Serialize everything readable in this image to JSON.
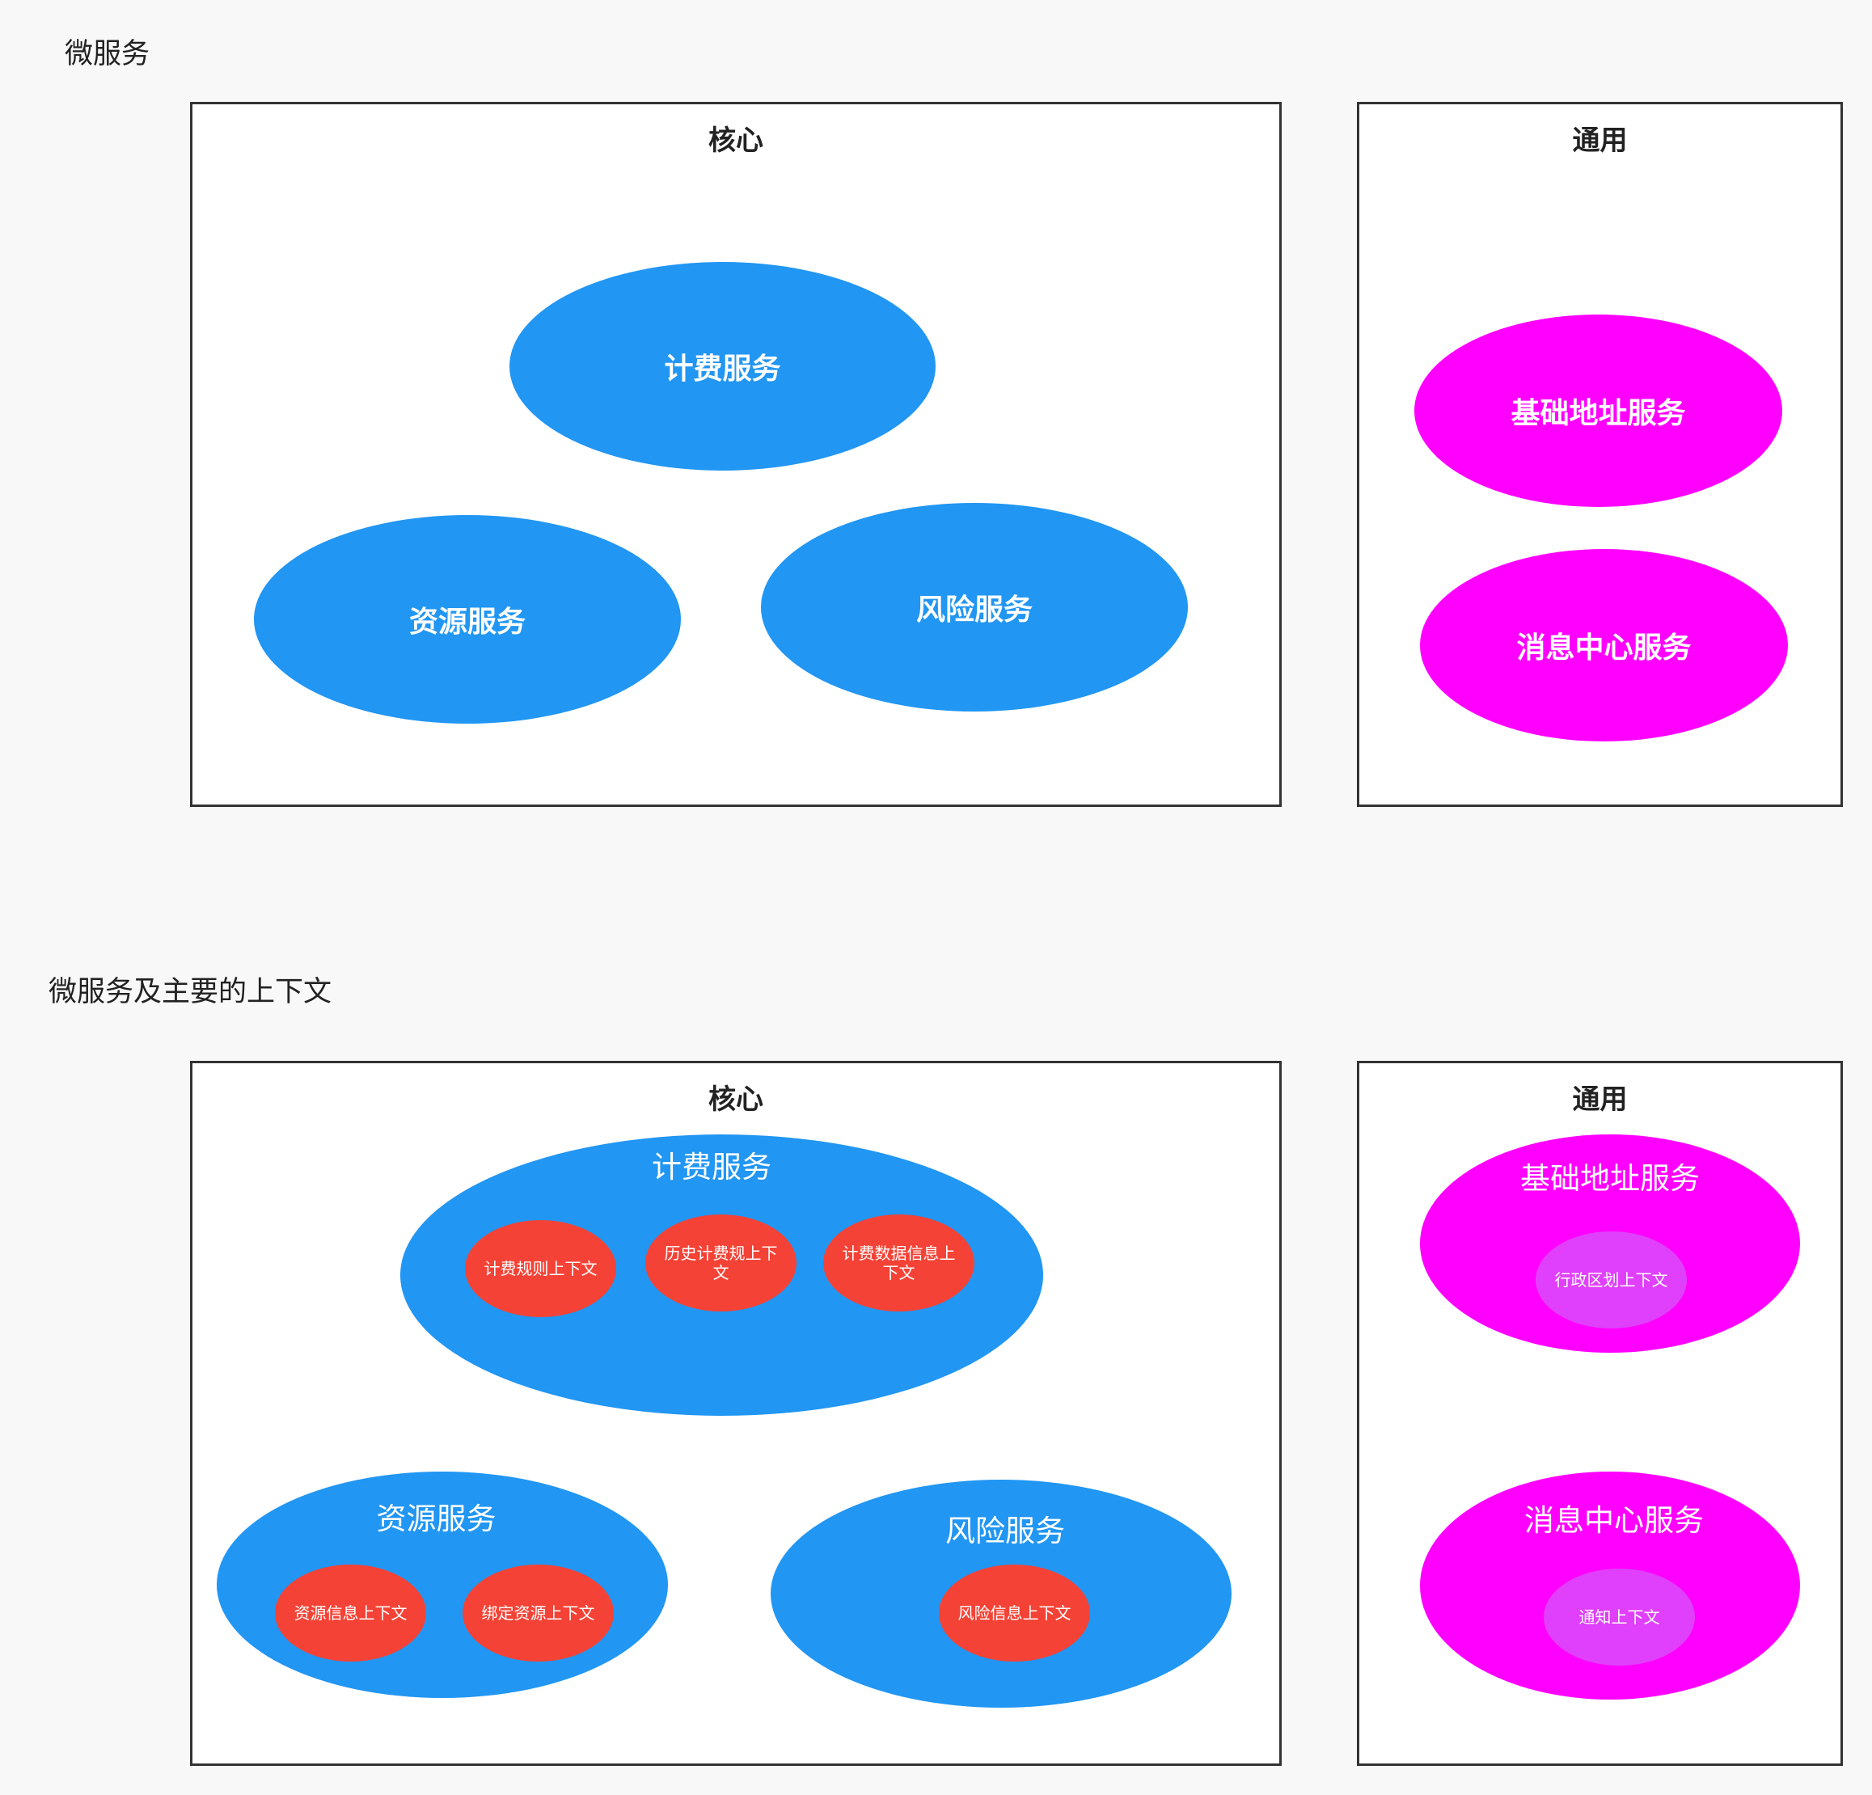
{
  "sections": [
    {
      "title": "微服务",
      "core": {
        "title": "核心",
        "services": [
          "计费服务",
          "资源服务",
          "风险服务"
        ]
      },
      "common": {
        "title": "通用",
        "services": [
          "基础地址服务",
          "消息中心服务"
        ]
      }
    },
    {
      "title": "微服务及主要的上下文",
      "core": {
        "title": "核心",
        "services": [
          {
            "name": "计费服务",
            "contexts": [
              "计费规则上下文",
              "历史计费规上下文",
              "计费数据信息上下文"
            ]
          },
          {
            "name": "资源服务",
            "contexts": [
              "资源信息上下文",
              "绑定资源上下文"
            ]
          },
          {
            "name": "风险服务",
            "contexts": [
              "风险信息上下文"
            ]
          }
        ]
      },
      "common": {
        "title": "通用",
        "services": [
          {
            "name": "基础地址服务",
            "contexts": [
              "行政区划上下文"
            ]
          },
          {
            "name": "消息中心服务",
            "contexts": [
              "通知上下文"
            ]
          }
        ]
      }
    }
  ],
  "colors": {
    "core_service": "#2196F3",
    "common_service": "#FF00FF",
    "core_context": "#F44336",
    "common_context": "#E040FB"
  }
}
